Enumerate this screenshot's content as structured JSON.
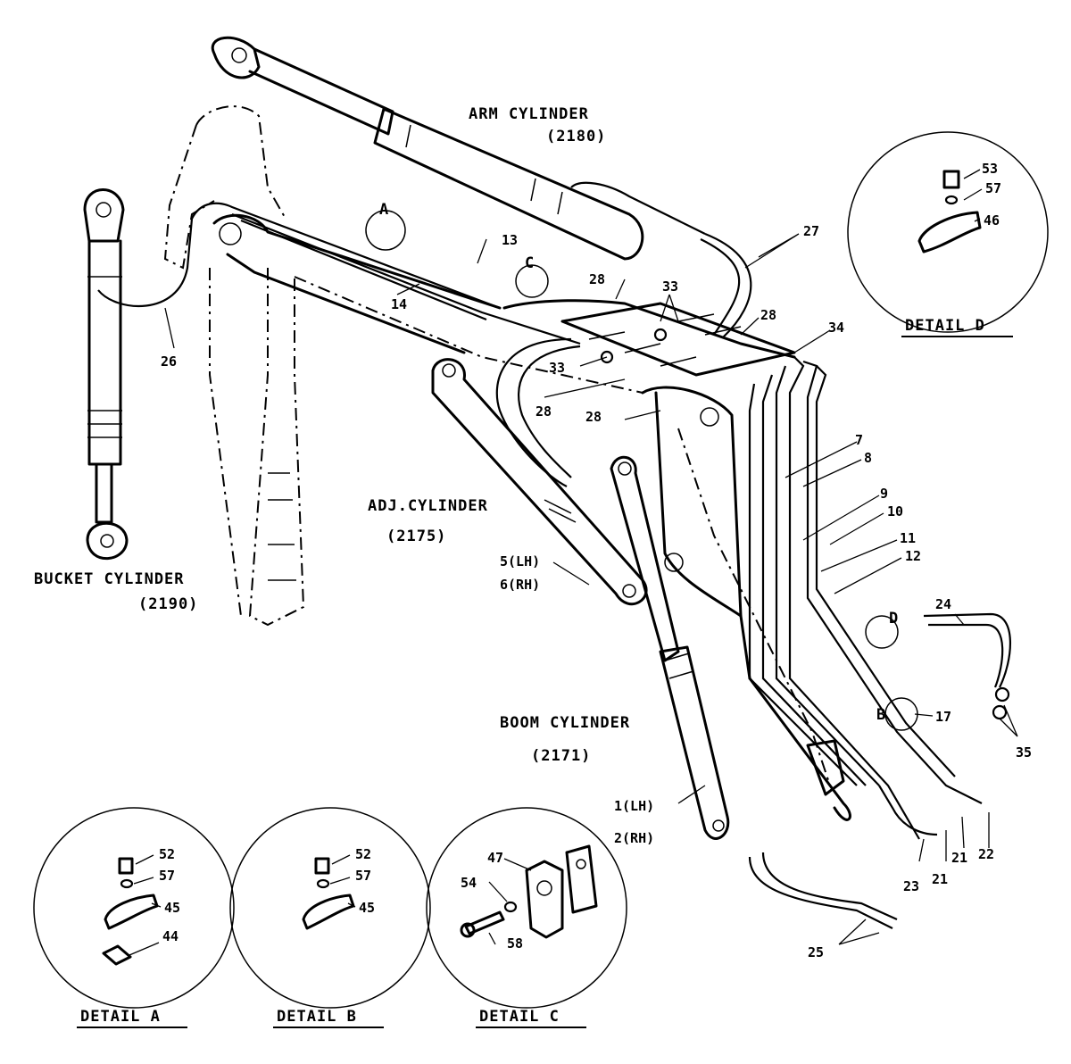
{
  "labels": {
    "arm_cylinder": "ARM CYLINDER",
    "arm_cylinder_code": "(2180)",
    "bucket_cylinder": "BUCKET CYLINDER",
    "bucket_cylinder_code": "(2190)",
    "adj_cylinder": "ADJ.CYLINDER",
    "adj_cylinder_code": "(2175)",
    "boom_cylinder": "BOOM CYLINDER",
    "boom_cylinder_code": "(2171)"
  },
  "detail_markers": {
    "a": "A",
    "b": "B",
    "c": "C",
    "d": "D"
  },
  "callouts": {
    "p13": "13",
    "p14": "14",
    "p26": "26",
    "p27": "27",
    "p28a": "28",
    "p28b": "28",
    "p28c": "28",
    "p28d": "28",
    "p33a": "33",
    "p33b": "33",
    "p34": "34",
    "p7": "7",
    "p8": "8",
    "p9": "9",
    "p10": "10",
    "p11": "11",
    "p12": "12",
    "p5": "5(LH)",
    "p6": "6(RH)",
    "p1": "1(LH)",
    "p2": "2(RH)",
    "p24": "24",
    "p35": "35",
    "p17": "17",
    "p21a": "21",
    "p21b": "21",
    "p22": "22",
    "p23": "23",
    "p25": "25"
  },
  "details": {
    "a": {
      "title": "DETAIL A",
      "parts": [
        "52",
        "57",
        "45",
        "44"
      ]
    },
    "b": {
      "title": "DETAIL B",
      "parts": [
        "52",
        "57",
        "45"
      ]
    },
    "c": {
      "title": "DETAIL C",
      "parts": [
        "47",
        "54",
        "58"
      ]
    },
    "d": {
      "title": "DETAIL D",
      "parts": [
        "53",
        "57",
        "46"
      ]
    }
  }
}
